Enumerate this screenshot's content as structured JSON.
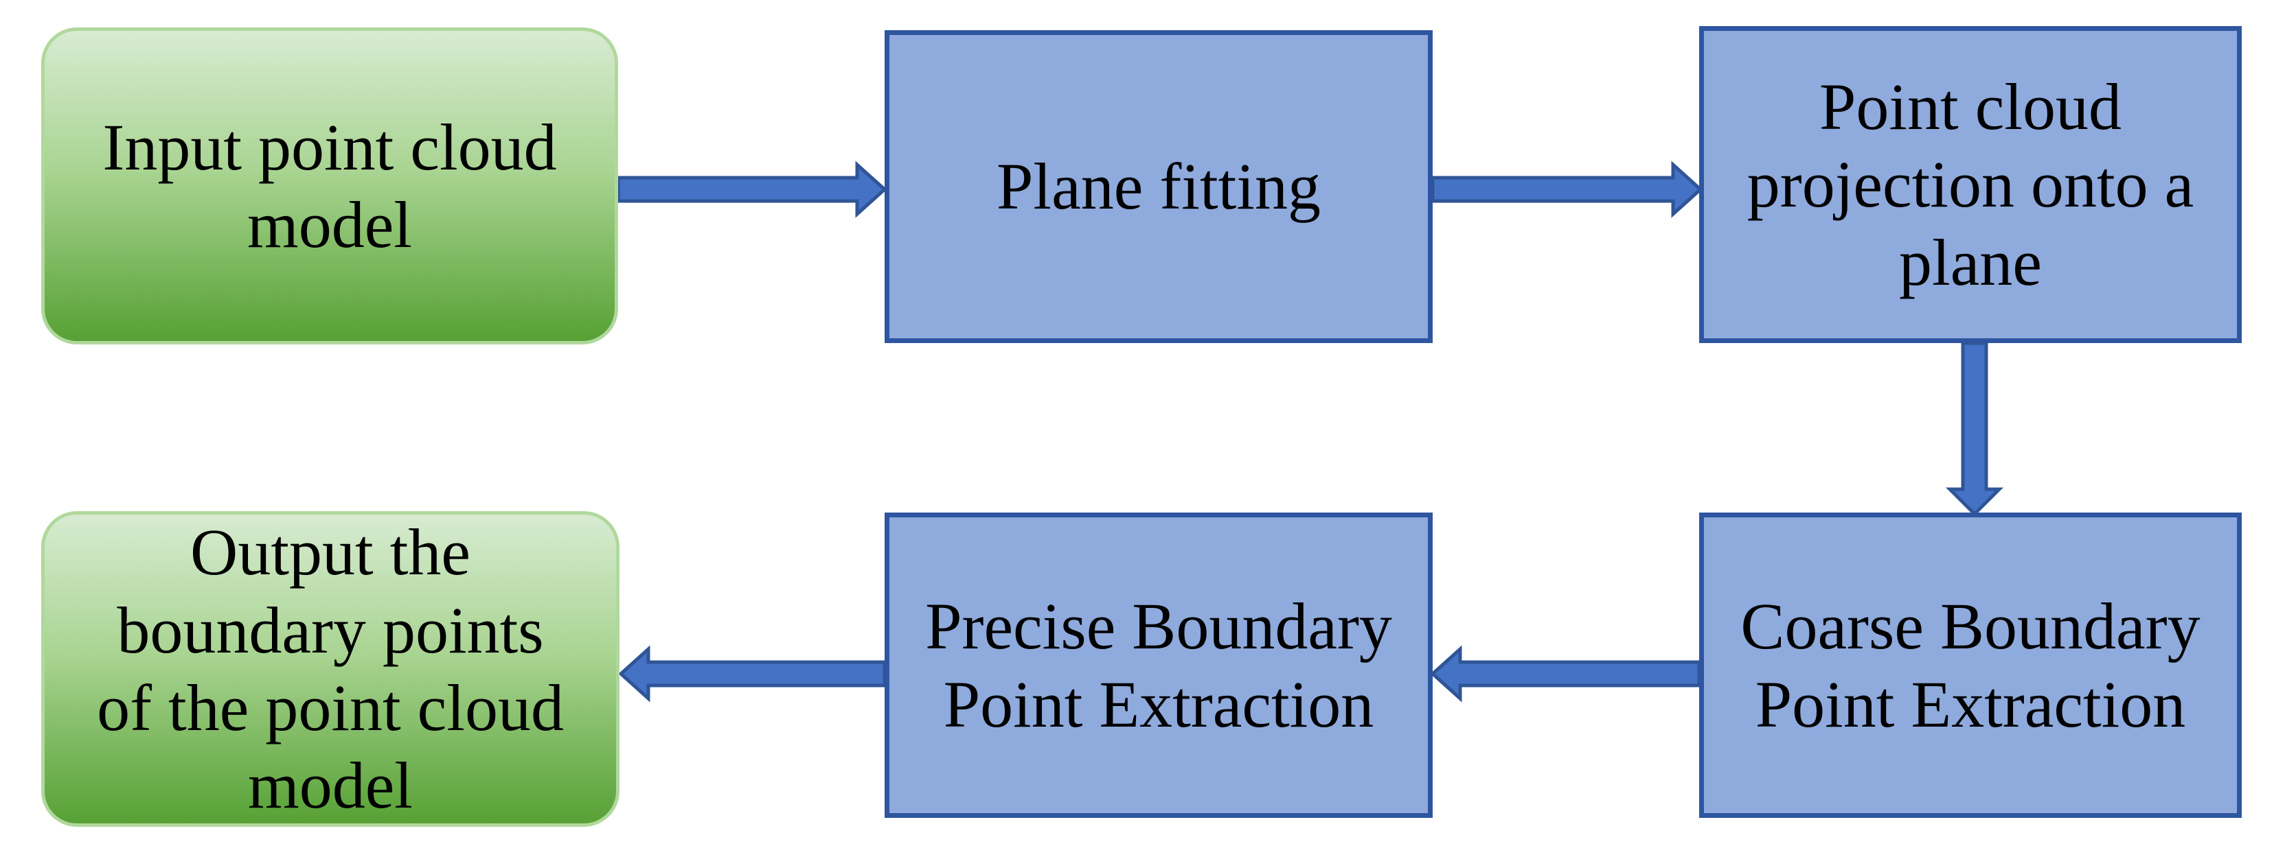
{
  "nodes": {
    "input": {
      "label": "Input point cloud\nmodel",
      "shape": "rounded-terminal"
    },
    "plane_fitting": {
      "label": "Plane fitting",
      "shape": "process-rect"
    },
    "projection": {
      "label": "Point cloud\nprojection onto a\nplane",
      "shape": "process-rect"
    },
    "coarse_extraction": {
      "label": "Coarse Boundary\nPoint Extraction",
      "shape": "process-rect"
    },
    "precise_extraction": {
      "label": "Precise Boundary\nPoint Extraction",
      "shape": "process-rect"
    },
    "output": {
      "label": "Output the\nboundary points\nof the point cloud\nmodel",
      "shape": "rounded-terminal"
    }
  },
  "edges": [
    {
      "from": "input",
      "to": "plane_fitting",
      "direction": "right"
    },
    {
      "from": "plane_fitting",
      "to": "projection",
      "direction": "right"
    },
    {
      "from": "projection",
      "to": "coarse_extraction",
      "direction": "down"
    },
    {
      "from": "coarse_extraction",
      "to": "precise_extraction",
      "direction": "left"
    },
    {
      "from": "precise_extraction",
      "to": "output",
      "direction": "left"
    }
  ],
  "colors": {
    "green_top": "#D7EBD1",
    "green_mid": "#A9D492",
    "green_bottom": "#57A135",
    "green_border": "#B0D89C",
    "blue_fill": "#8FAADC",
    "blue_border": "#2E55A0",
    "arrow_fill": "#4472C4",
    "arrow_border": "#2F5597",
    "text": "#000000"
  }
}
